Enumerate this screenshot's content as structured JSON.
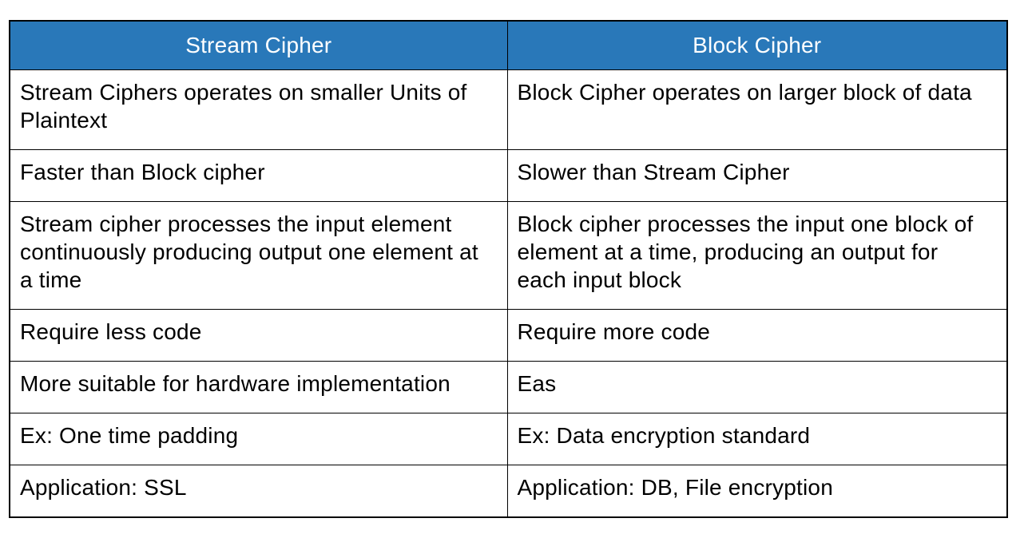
{
  "theme": {
    "page_bg": "#FFFFFF",
    "header_bg": "#2978B9",
    "header_text": "#FFFFFF",
    "border_color": "#000000",
    "body_text": "#000000"
  },
  "table": {
    "columns": [
      {
        "id": "stream",
        "label": "Stream Cipher"
      },
      {
        "id": "block",
        "label": "Block Cipher"
      }
    ],
    "rows": [
      {
        "stream": "Stream Ciphers operates on smaller Units of Plaintext",
        "block": "Block Cipher operates on larger block of data"
      },
      {
        "stream": "Faster than Block cipher",
        "block": "Slower than Stream Cipher"
      },
      {
        "stream": "Stream cipher processes the input element continuously producing output one element at a time",
        "block": "Block cipher processes the input one block of element at a time, producing an output for each input block"
      },
      {
        "stream": "Require less code",
        "block": "Require more code"
      },
      {
        "stream": "More suitable for hardware implementation",
        "block": "Eas"
      },
      {
        "stream": "Ex: One time padding",
        "block": "Ex: Data encryption standard"
      },
      {
        "stream": "Application: SSL",
        "block": "Application: DB, File encryption"
      }
    ]
  }
}
